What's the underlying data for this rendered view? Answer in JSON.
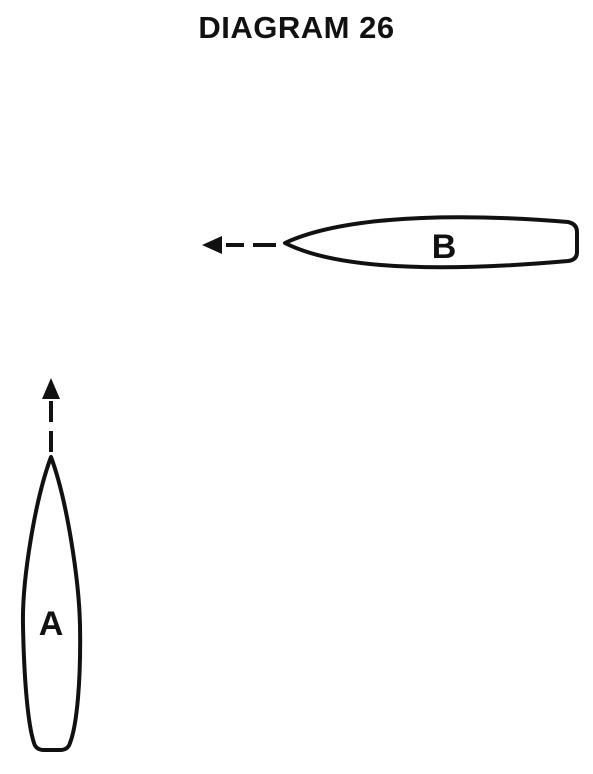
{
  "title": "DIAGRAM 26",
  "boats": {
    "a": {
      "label": "A",
      "heading": "up"
    },
    "b": {
      "label": "B",
      "heading": "left"
    }
  },
  "colors": {
    "ink": "#111111",
    "background": "#ffffff"
  }
}
